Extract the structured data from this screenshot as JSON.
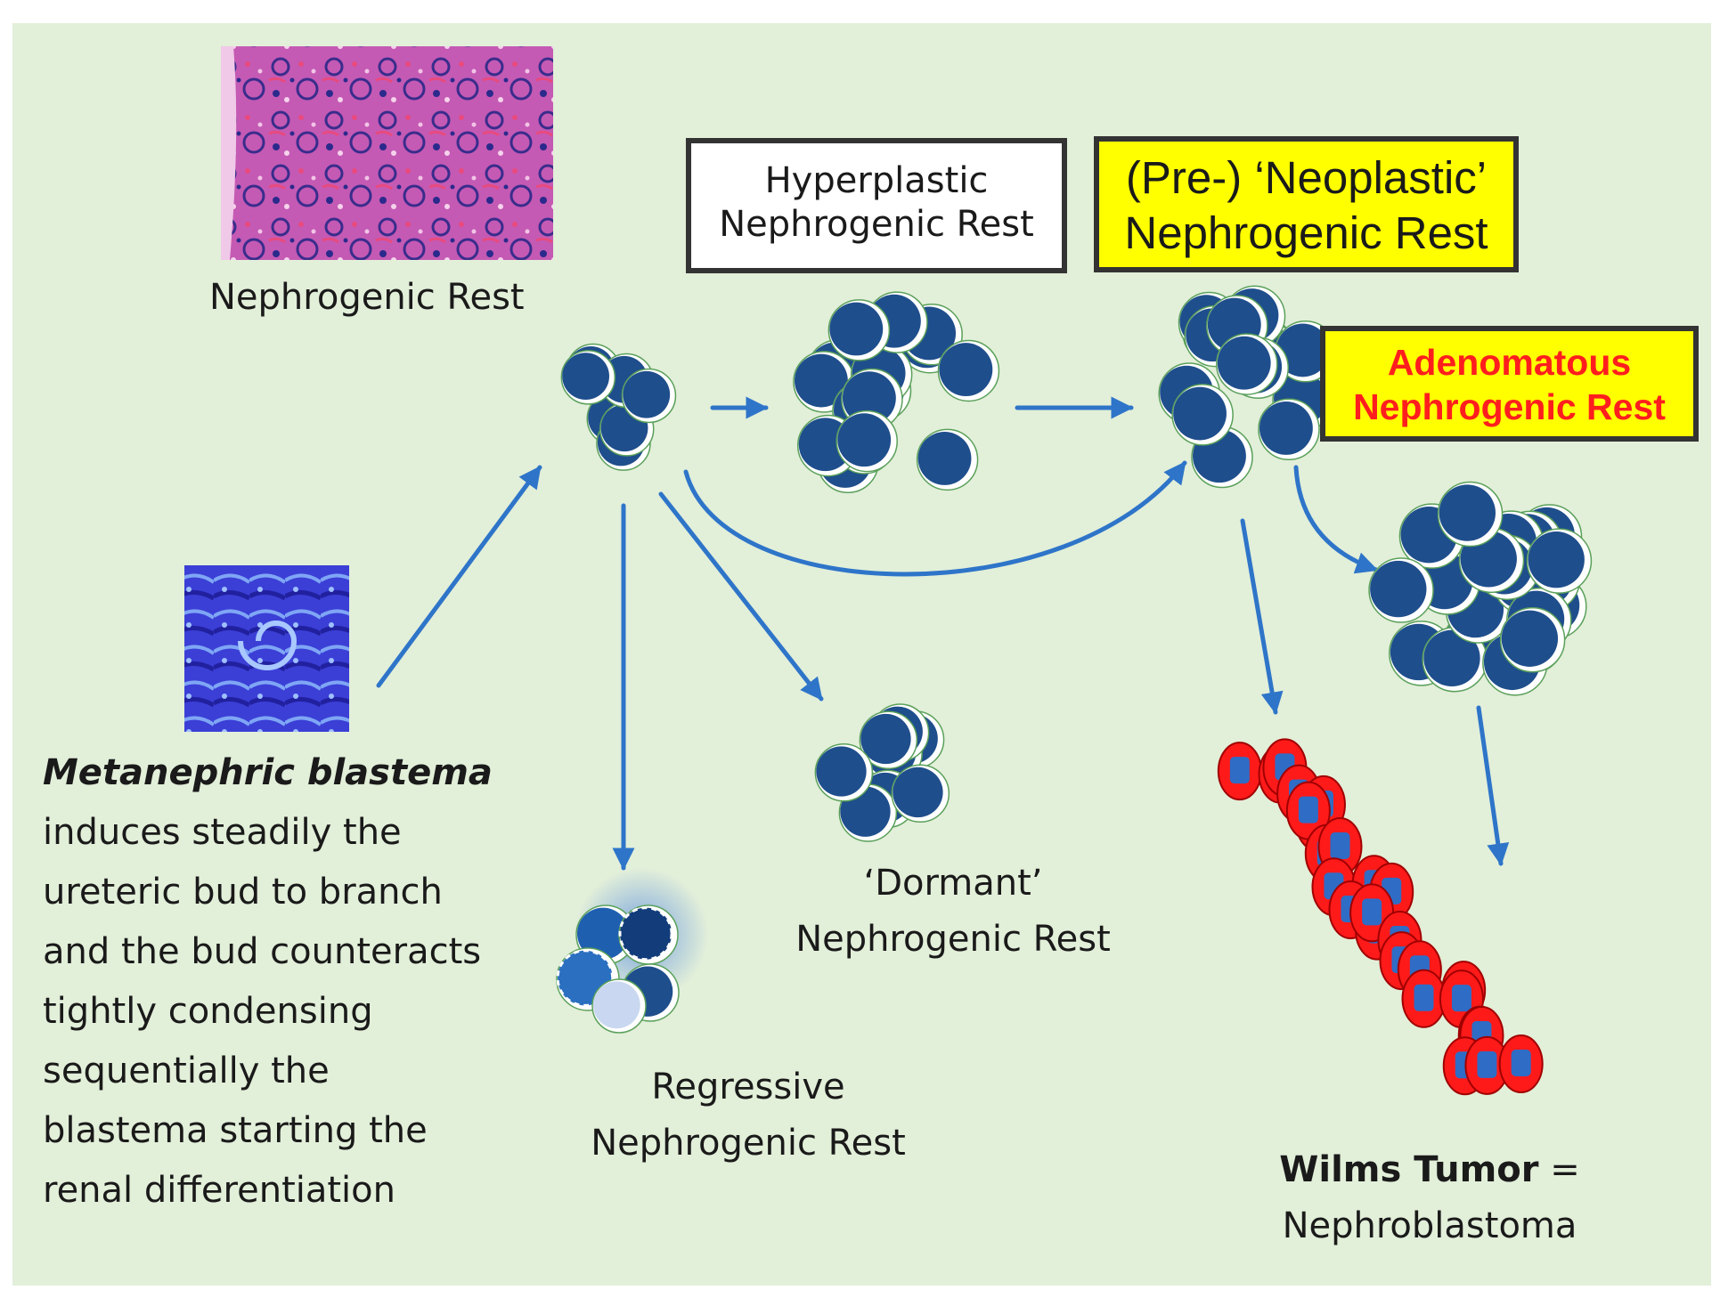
{
  "labels": {
    "nephrogenic_rest": "Nephrogenic Rest",
    "hyperplastic": [
      "Hyperplastic",
      "Nephrogenic Rest"
    ],
    "neoplastic": [
      "(Pre-) ‘Neoplastic’",
      "Nephrogenic Rest"
    ],
    "adenomatous": [
      "Adenomatous",
      "Nephrogenic Rest"
    ],
    "dormant": [
      "‘Dormant’",
      "Nephrogenic Rest"
    ],
    "regressive": [
      "Regressive",
      "Nephrogenic Rest"
    ],
    "metanephric": {
      "title": "Metanephric blastema",
      "lines": [
        "induces steadily the",
        "ureteric bud to branch",
        "and the bud counteracts",
        "tightly condensing",
        "sequentially  the",
        "blastema starting the",
        "renal differentiation"
      ]
    },
    "wilms": {
      "bold": "Wilms Tumor",
      "suffix": " =",
      "line2": "Nephroblastoma"
    }
  },
  "colors": {
    "background": "#e2efd9",
    "cell_fill": "#1f4e8c",
    "arrow": "#2e75c9",
    "tumor_rim": "#ff1a1a",
    "box_yellow": "#ffff00",
    "adenomatous_text": "#ff1e1e"
  },
  "images": {
    "histology_top": "h-and-e-stained-nephrogenic-rest-micrograph",
    "histology_blastema": "blue-stained-metanephric-blastema-micrograph"
  }
}
